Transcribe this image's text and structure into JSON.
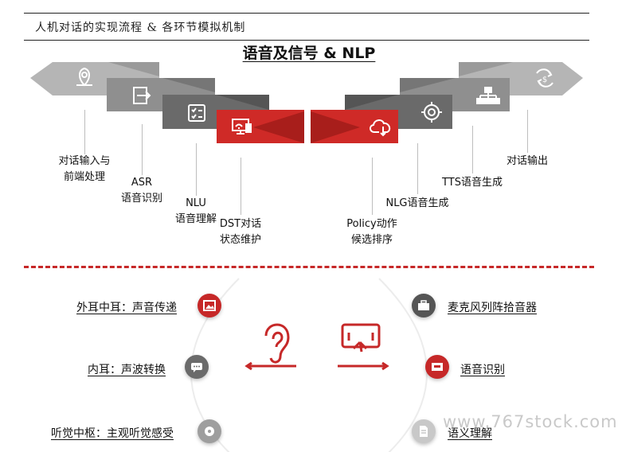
{
  "header": {
    "title": "人机对话的实现流程 & 各环节模拟机制"
  },
  "diagram": {
    "title": "语音及信号 & NLP",
    "left_stages": [
      {
        "lines": [
          "对话输入与",
          "前端处理"
        ],
        "icon": "location-pin-icon"
      },
      {
        "lines": [
          "ASR",
          "语音识别"
        ],
        "icon": "login-arrow-icon"
      },
      {
        "lines": [
          "NLU",
          "语音理解"
        ],
        "icon": "checklist-icon"
      },
      {
        "lines": [
          "DST对话",
          "状态维护"
        ],
        "icon": "screen-broadcast-icon"
      }
    ],
    "right_stages": [
      {
        "lines": [
          "Policy动作",
          "候选排序"
        ],
        "icon": "cloud-download-icon"
      },
      {
        "lines": [
          "NLG语音生成"
        ],
        "icon": "target-icon"
      },
      {
        "lines": [
          "TTS语音生成"
        ],
        "icon": "hierarchy-icon"
      },
      {
        "lines": [
          "对话输出"
        ],
        "icon": "currency-exchange-icon"
      }
    ],
    "colors": {
      "red": "#cf2a27",
      "gray_light": "#b5b5b5",
      "gray_mid": "#8f8f8f",
      "gray_dark": "#6a6a6a"
    }
  },
  "bottom": {
    "left_items": [
      {
        "label": "外耳中耳：声音传递",
        "icon": "image-icon",
        "color": "#c62828"
      },
      {
        "label": "内耳：声波转换",
        "icon": "chat-icon",
        "color": "#6a6a6a"
      },
      {
        "label": "听觉中枢：主观听觉感受",
        "icon": "disc-icon",
        "color": "#9e9e9e"
      }
    ],
    "right_items": [
      {
        "label": "麦克风列阵拾音器",
        "icon": "briefcase-icon",
        "color": "#555555"
      },
      {
        "label": "语音识别",
        "icon": "inbox-icon",
        "color": "#c62828"
      },
      {
        "label": "语义理解",
        "icon": "document-icon",
        "color": "#c8c8c8"
      }
    ],
    "center_icons": [
      "ear-icon",
      "tablet-icon"
    ]
  },
  "watermark": "www.767stock.com"
}
